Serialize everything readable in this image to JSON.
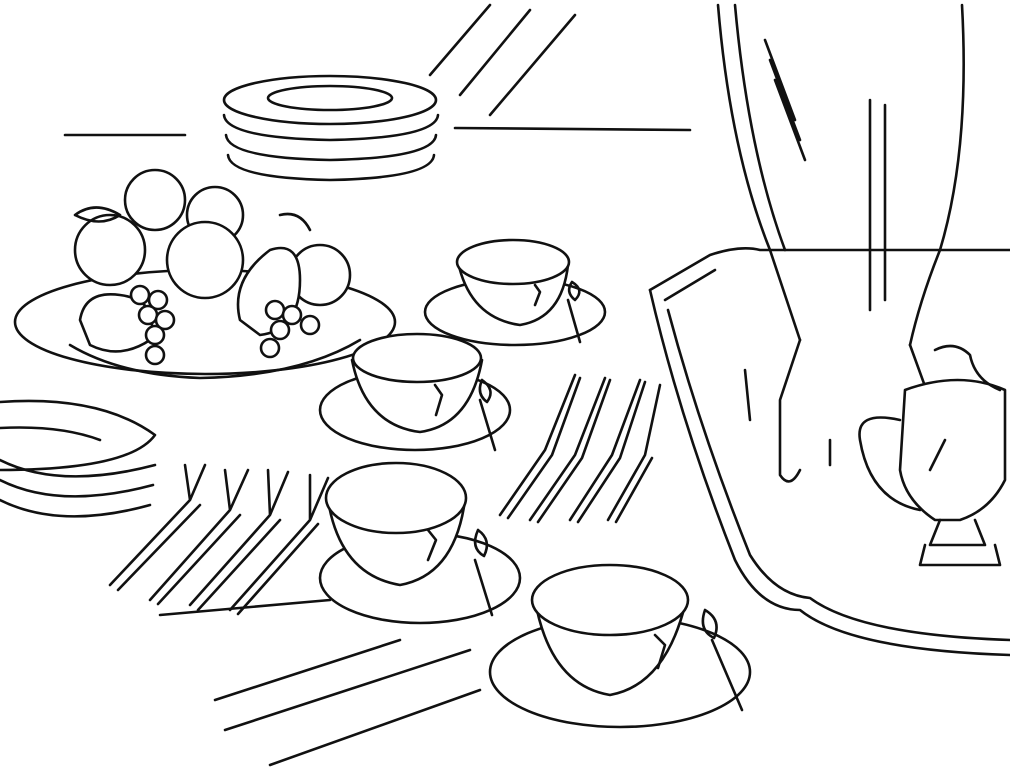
{
  "illustration": {
    "subject": "table-setting-line-art",
    "colors": {
      "line": "#111111",
      "background": "#ffffff"
    },
    "counts": {
      "cups": 4,
      "forks": 4,
      "knives": 4,
      "plate_stacks": 2
    }
  }
}
